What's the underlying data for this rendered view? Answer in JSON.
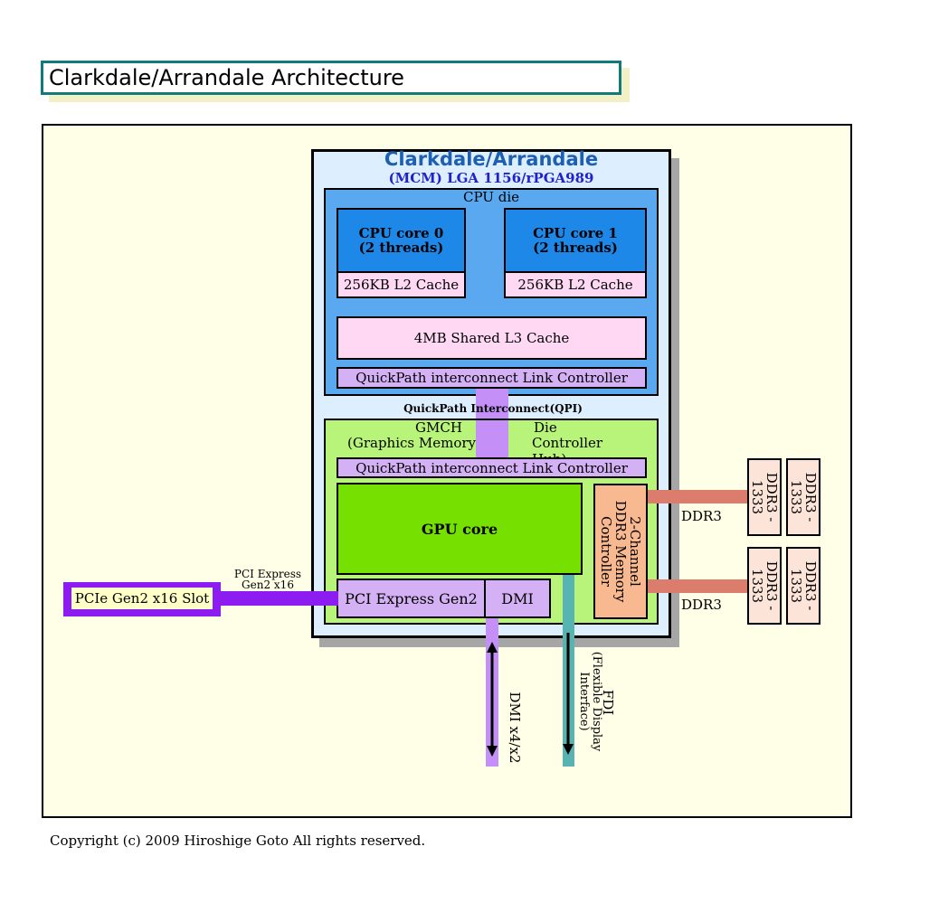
{
  "title": "Clarkdale/Arrandale Architecture",
  "package": {
    "name": "Clarkdale/Arrandale",
    "socket": "(MCM) LGA 1156/rPGA989"
  },
  "cpu_die": {
    "label": "CPU die",
    "core0": {
      "line1": "CPU core 0",
      "line2": "(2 threads)",
      "l2": "256KB L2 Cache"
    },
    "core1": {
      "line1": "CPU core 1",
      "line2": "(2 threads)",
      "l2": "256KB L2 Cache"
    },
    "l3": "4MB Shared L3 Cache",
    "qpi_controller": "QuickPath interconnect Link Controller"
  },
  "qpi_link_label": "QuickPath Interconnect(QPI)",
  "gmch_die": {
    "label_l1": "GMCH",
    "label_l2": "(Graphics Memory",
    "label_l3": "Die",
    "label_l4": "Controller Hub)",
    "qpi_controller": "QuickPath interconnect Link Controller",
    "gpu_core": "GPU core",
    "mem_controller": {
      "line1": "2-Channel",
      "line2": "DDR3 Memory",
      "line3": "Controller"
    },
    "pcie": "PCI Express Gen2",
    "dmi": "DMI"
  },
  "pcie_link": {
    "line1": "PCI Express",
    "line2": "Gen2 x16"
  },
  "pcie_slot": "PCIe Gen2 x16 Slot",
  "dmi_link": "DMI x4/x2",
  "fdi_link": {
    "line1": "FDI",
    "line2": "(Flexible Display",
    "line3": "Interface)"
  },
  "ddr3_bus_labels": [
    "DDR3",
    "DDR3"
  ],
  "dimms": [
    {
      "line1": "DDR3 -",
      "line2": "1333"
    },
    {
      "line1": "DDR3 -",
      "line2": "1333"
    },
    {
      "line1": "DDR3 -",
      "line2": "1333"
    },
    {
      "line1": "DDR3 -",
      "line2": "1333"
    }
  ],
  "copyright": "Copyright (c) 2009 Hiroshige Goto All rights reserved."
}
